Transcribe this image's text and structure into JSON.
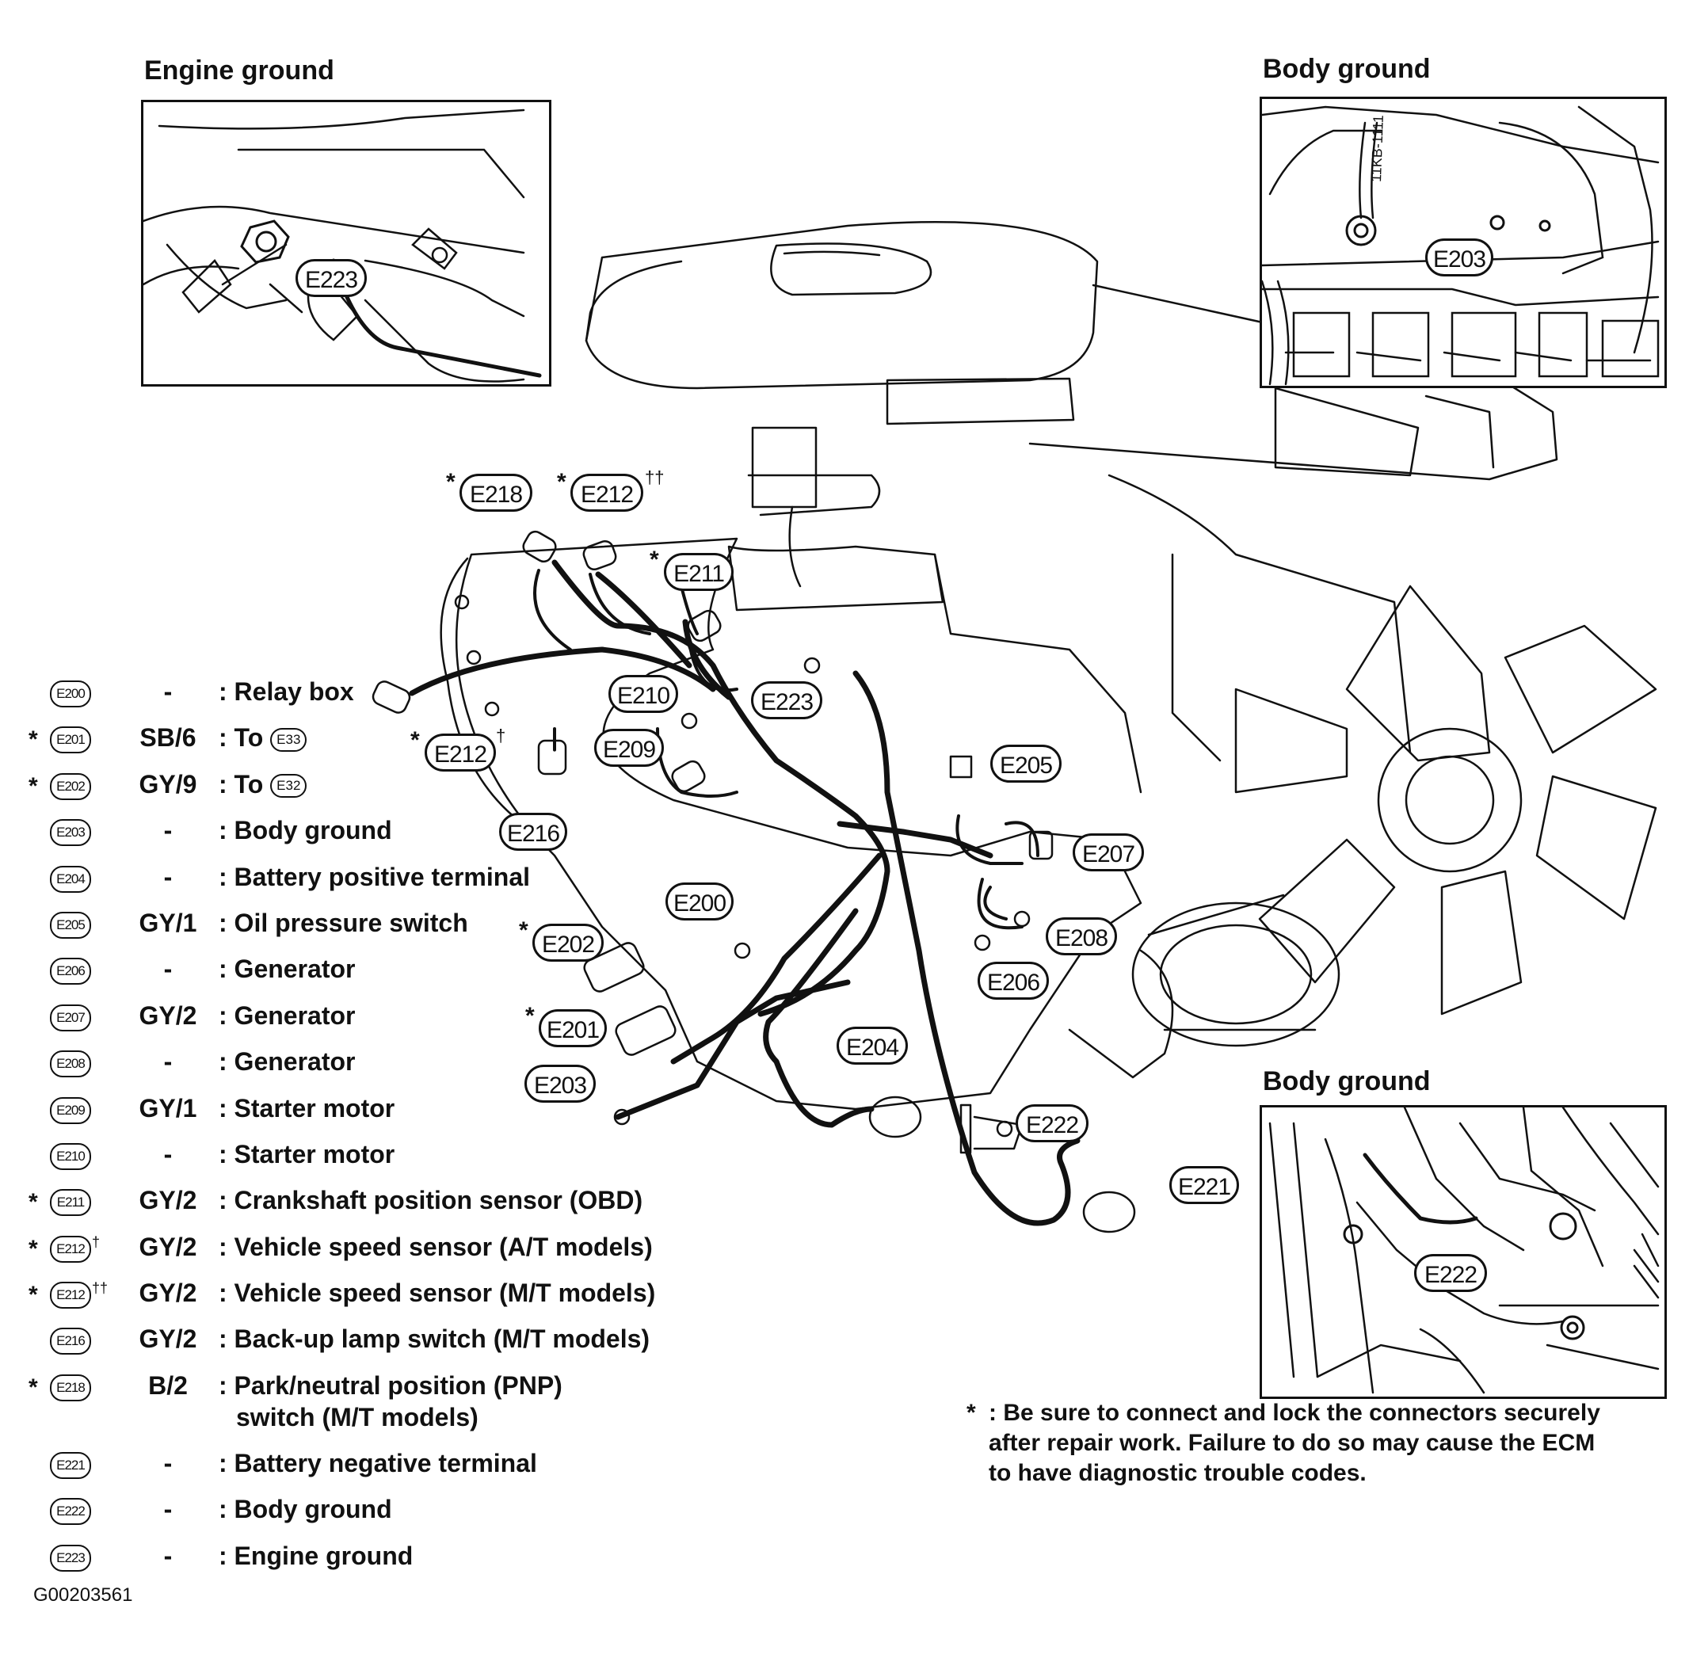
{
  "insets": {
    "engine_ground": {
      "title": "Engine ground",
      "tag": "E223"
    },
    "body_ground_top": {
      "title": "Body ground",
      "tag": "E203",
      "wire_marking": "11KB-1111"
    },
    "body_ground_bottom": {
      "title": "Body ground",
      "tag": "E222"
    }
  },
  "connector_tags": [
    {
      "id": "E218",
      "starred": true,
      "dagger": ""
    },
    {
      "id": "E212",
      "starred": true,
      "dagger": "††"
    },
    {
      "id": "E211",
      "starred": true,
      "dagger": ""
    },
    {
      "id": "E210",
      "starred": false,
      "dagger": ""
    },
    {
      "id": "E223",
      "starred": false,
      "dagger": ""
    },
    {
      "id": "E212",
      "starred": true,
      "dagger": "†"
    },
    {
      "id": "E209",
      "starred": false,
      "dagger": ""
    },
    {
      "id": "E205",
      "starred": false,
      "dagger": ""
    },
    {
      "id": "E216",
      "starred": false,
      "dagger": ""
    },
    {
      "id": "E207",
      "starred": false,
      "dagger": ""
    },
    {
      "id": "E200",
      "starred": false,
      "dagger": ""
    },
    {
      "id": "E208",
      "starred": false,
      "dagger": ""
    },
    {
      "id": "E202",
      "starred": true,
      "dagger": ""
    },
    {
      "id": "E206",
      "starred": false,
      "dagger": ""
    },
    {
      "id": "E201",
      "starred": true,
      "dagger": ""
    },
    {
      "id": "E204",
      "starred": false,
      "dagger": ""
    },
    {
      "id": "E203",
      "starred": false,
      "dagger": ""
    },
    {
      "id": "E222",
      "starred": false,
      "dagger": ""
    },
    {
      "id": "E221",
      "starred": false,
      "dagger": ""
    }
  ],
  "legend": [
    {
      "star": "",
      "code": "E200",
      "mark": "",
      "wire": "-",
      "desc": ": Relay box",
      "ref": "",
      "desc2": ""
    },
    {
      "star": "*",
      "code": "E201",
      "mark": "",
      "wire": "SB/6",
      "desc": ": To",
      "ref": "E33",
      "desc2": ""
    },
    {
      "star": "*",
      "code": "E202",
      "mark": "",
      "wire": "GY/9",
      "desc": ": To",
      "ref": "E32",
      "desc2": ""
    },
    {
      "star": "",
      "code": "E203",
      "mark": "",
      "wire": "-",
      "desc": ": Body ground",
      "ref": "",
      "desc2": ""
    },
    {
      "star": "",
      "code": "E204",
      "mark": "",
      "wire": "-",
      "desc": ": Battery positive terminal",
      "ref": "",
      "desc2": ""
    },
    {
      "star": "",
      "code": "E205",
      "mark": "",
      "wire": "GY/1",
      "desc": ": Oil pressure switch",
      "ref": "",
      "desc2": ""
    },
    {
      "star": "",
      "code": "E206",
      "mark": "",
      "wire": "-",
      "desc": ": Generator",
      "ref": "",
      "desc2": ""
    },
    {
      "star": "",
      "code": "E207",
      "mark": "",
      "wire": "GY/2",
      "desc": ": Generator",
      "ref": "",
      "desc2": ""
    },
    {
      "star": "",
      "code": "E208",
      "mark": "",
      "wire": "-",
      "desc": ": Generator",
      "ref": "",
      "desc2": ""
    },
    {
      "star": "",
      "code": "E209",
      "mark": "",
      "wire": "GY/1",
      "desc": ": Starter motor",
      "ref": "",
      "desc2": ""
    },
    {
      "star": "",
      "code": "E210",
      "mark": "",
      "wire": "-",
      "desc": ": Starter motor",
      "ref": "",
      "desc2": ""
    },
    {
      "star": "*",
      "code": "E211",
      "mark": "",
      "wire": "GY/2",
      "desc": ": Crankshaft position sensor (OBD)",
      "ref": "",
      "desc2": ""
    },
    {
      "star": "*",
      "code": "E212",
      "mark": "†",
      "wire": "GY/2",
      "desc": ": Vehicle speed sensor (A/T models)",
      "ref": "",
      "desc2": ""
    },
    {
      "star": "*",
      "code": "E212",
      "mark": "††",
      "wire": "GY/2",
      "desc": ": Vehicle speed sensor (M/T models)",
      "ref": "",
      "desc2": ""
    },
    {
      "star": "",
      "code": "E216",
      "mark": "",
      "wire": "GY/2",
      "desc": ": Back-up lamp switch (M/T models)",
      "ref": "",
      "desc2": ""
    },
    {
      "star": "*",
      "code": "E218",
      "mark": "",
      "wire": "B/2",
      "desc": ": Park/neutral position (PNP)",
      "ref": "",
      "desc2": "switch (M/T models)"
    },
    {
      "star": "",
      "code": "E221",
      "mark": "",
      "wire": "-",
      "desc": ": Battery negative terminal",
      "ref": "",
      "desc2": ""
    },
    {
      "star": "",
      "code": "E222",
      "mark": "",
      "wire": "-",
      "desc": ": Body ground",
      "ref": "",
      "desc2": ""
    },
    {
      "star": "",
      "code": "E223",
      "mark": "",
      "wire": "-",
      "desc": ": Engine ground",
      "ref": "",
      "desc2": ""
    }
  ],
  "note": {
    "marker": "*",
    "text": ": Be sure to connect and lock the connectors securely\nafter repair work. Failure to do so may cause the ECM\nto have diagnostic trouble codes."
  },
  "figure_id": "G00203561"
}
